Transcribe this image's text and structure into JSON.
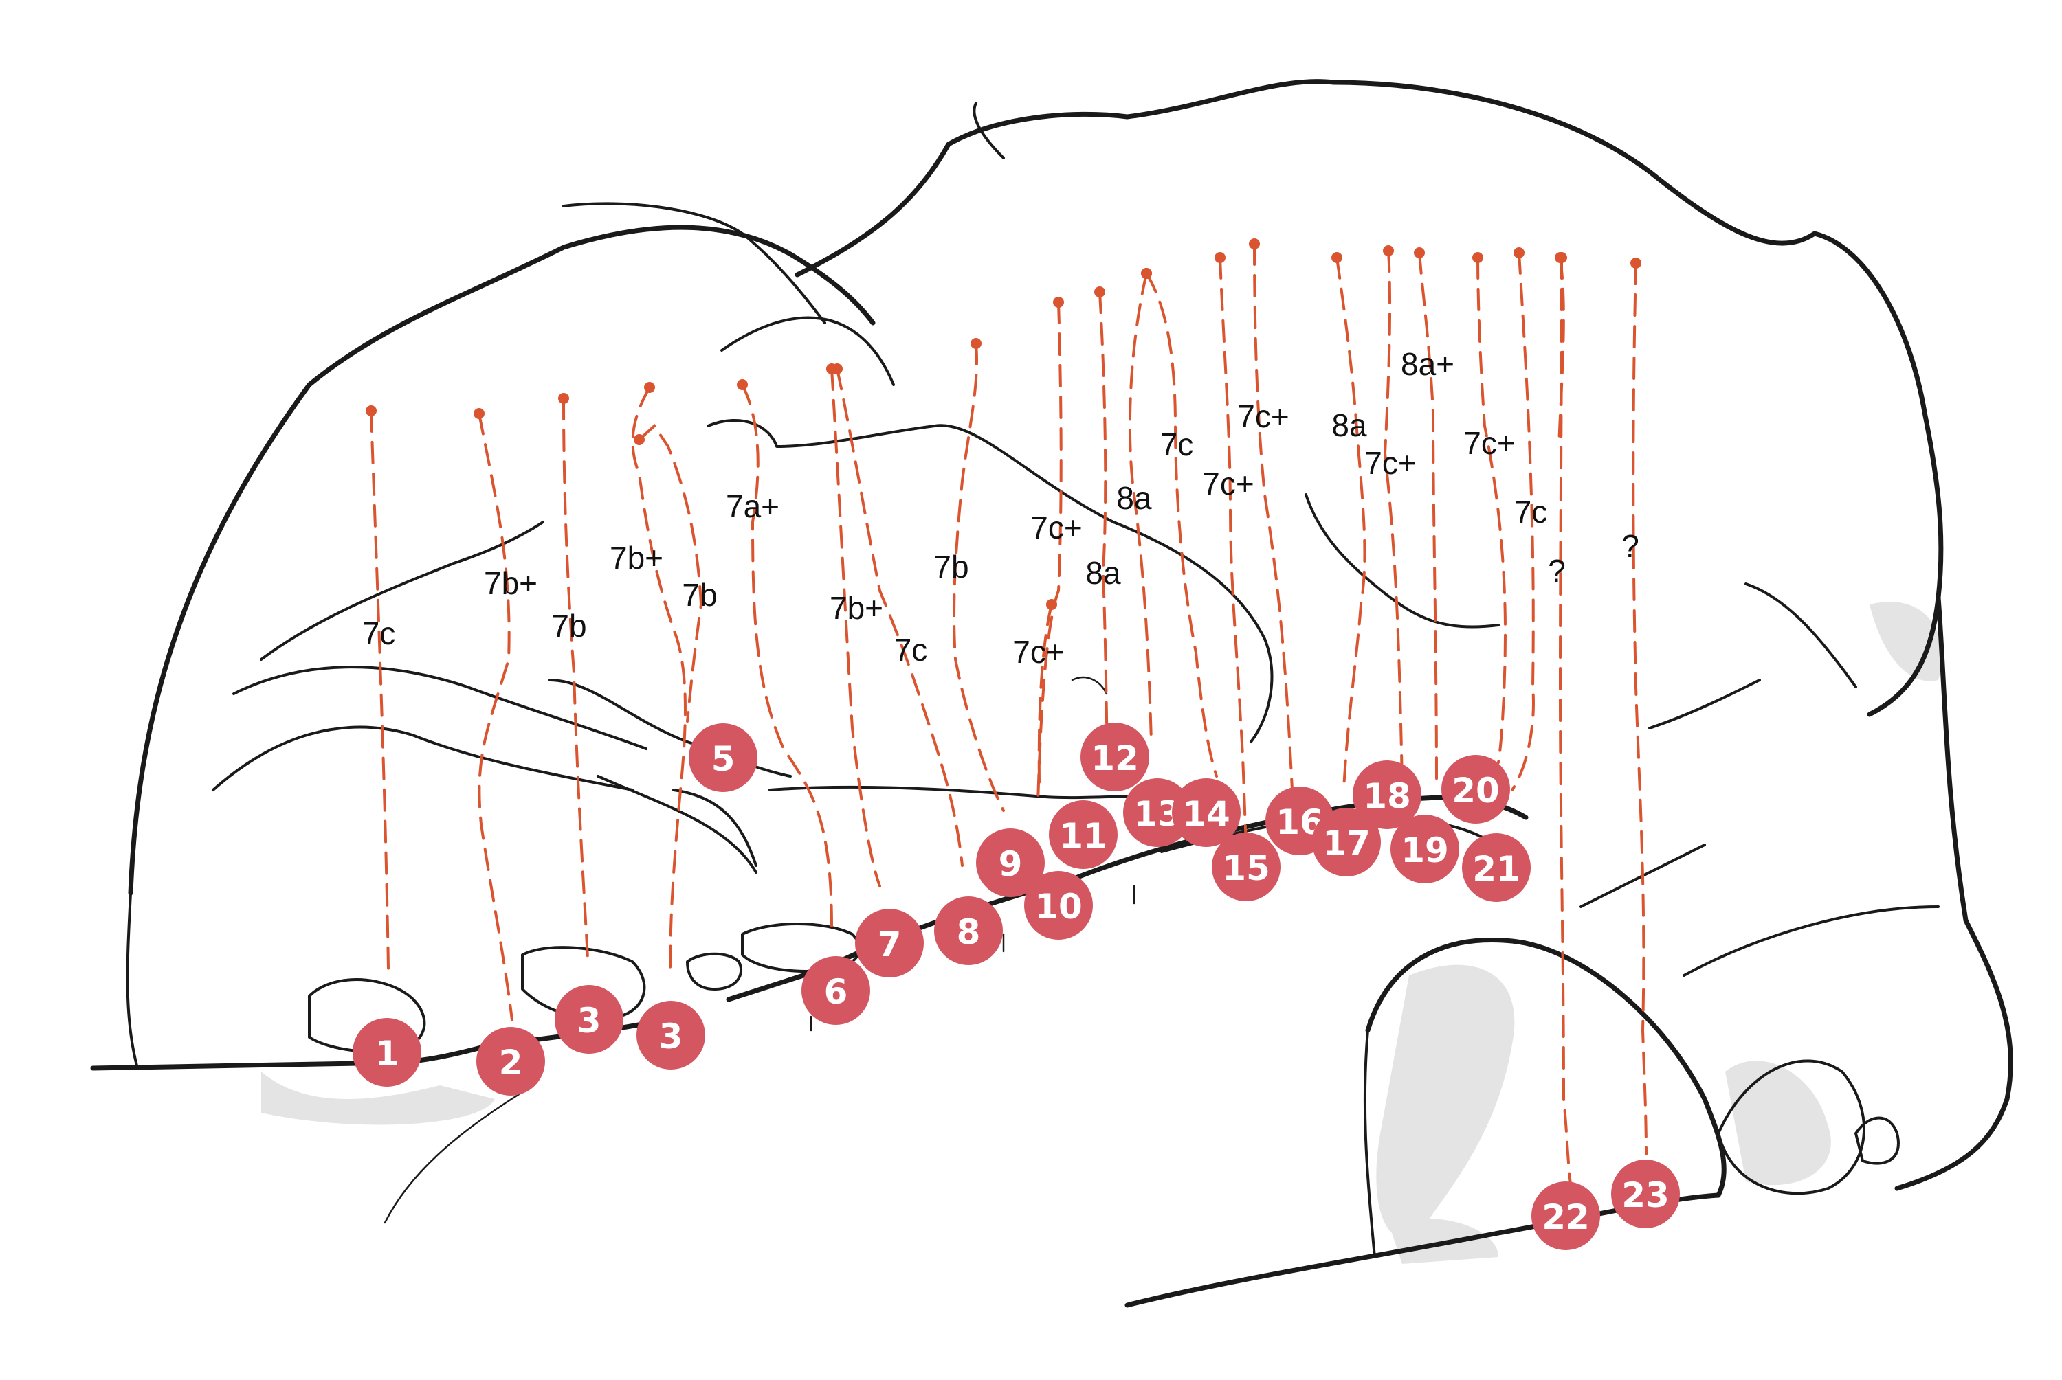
{
  "colors": {
    "route": "#d9542f",
    "badge": "#d45661",
    "badge_text": "#ffffff",
    "outline": "#1a1a1a",
    "shadow": "#e4e4e4"
  },
  "routes": [
    {
      "number": "1",
      "grade": "7c"
    },
    {
      "number": "2",
      "grade": "7b+"
    },
    {
      "number": "3",
      "grade": "7b"
    },
    {
      "number": "3",
      "grade": "7b+"
    },
    {
      "number": "",
      "grade": "7b"
    },
    {
      "number": "5",
      "grade": "7a+"
    },
    {
      "number": "6",
      "grade": "7b+"
    },
    {
      "number": "7",
      "grade": "7c"
    },
    {
      "number": "8",
      "grade": "7b"
    },
    {
      "number": "9",
      "grade": "7c+"
    },
    {
      "number": "10",
      "grade": "7c+"
    },
    {
      "number": "11",
      "grade": "8a"
    },
    {
      "number": "12",
      "grade": "8a"
    },
    {
      "number": "13",
      "grade": "7c"
    },
    {
      "number": "14",
      "grade": "7c+"
    },
    {
      "number": "15",
      "grade": "7c+"
    },
    {
      "number": "16",
      "grade": "8a"
    },
    {
      "number": "17",
      "grade": "7c+"
    },
    {
      "number": "18",
      "grade": "8a+"
    },
    {
      "number": "19",
      "grade": "7c+"
    },
    {
      "number": "20",
      "grade": "7c"
    },
    {
      "number": "21",
      "grade": ""
    },
    {
      "number": "22",
      "grade": "?"
    },
    {
      "number": "23",
      "grade": "?"
    }
  ]
}
